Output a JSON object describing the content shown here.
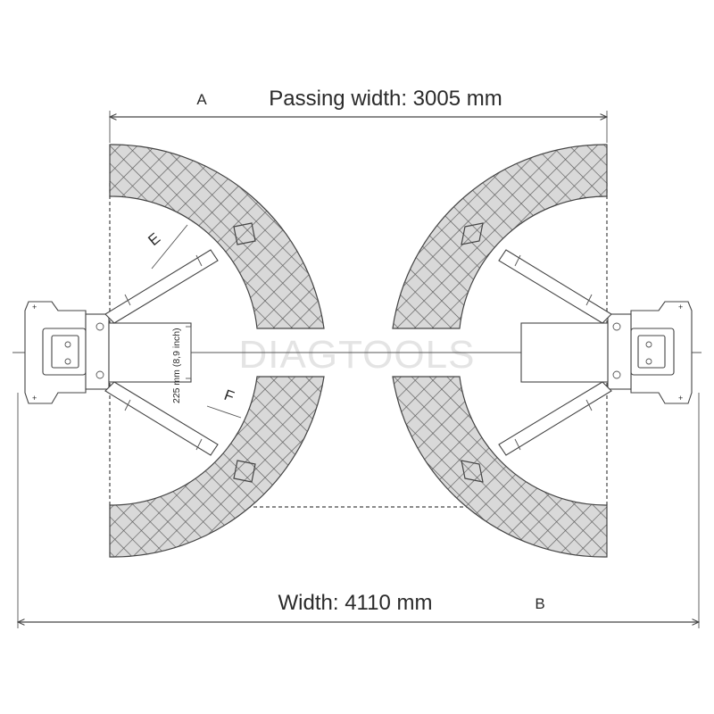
{
  "labels": {
    "passing_width": "Passing width: 3005 mm",
    "width": "Width: 4110 mm",
    "letter_a": "A",
    "letter_b": "B",
    "letter_e": "E",
    "letter_f": "F",
    "arm_spacing": "225 mm (8,9 inch)",
    "watermark": "DIAGTOOLS"
  },
  "colors": {
    "line": "#444444",
    "text": "#2a2a2a",
    "watermark": "#e4e4e4"
  }
}
